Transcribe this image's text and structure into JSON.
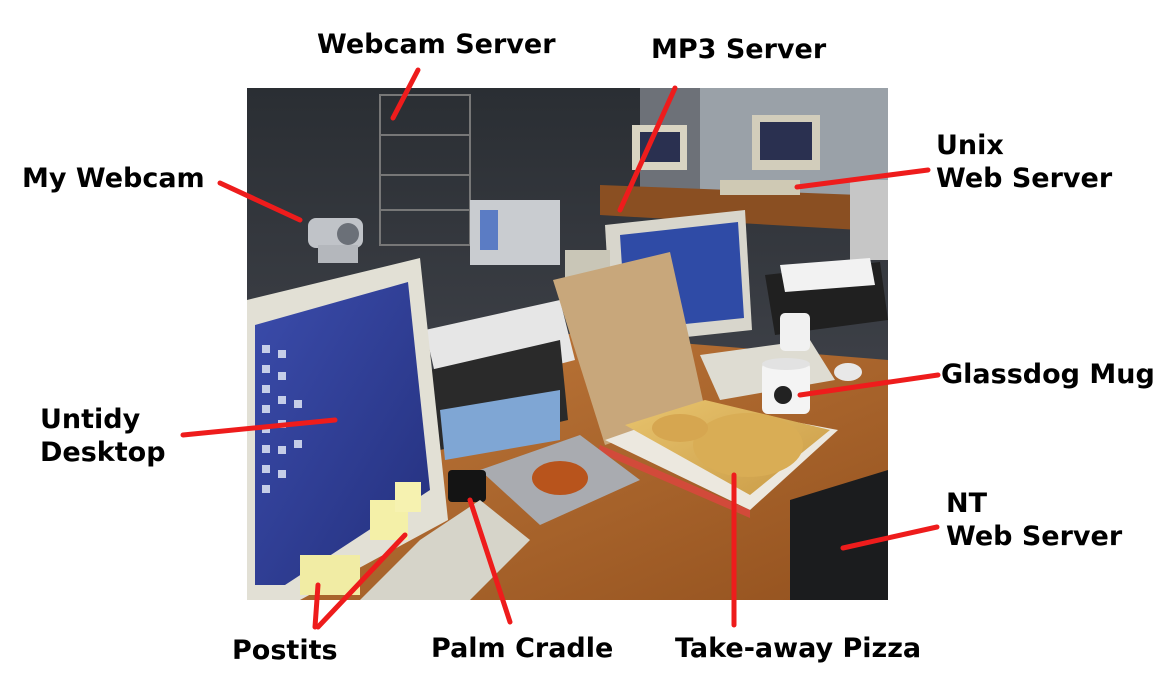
{
  "labels": {
    "webcam_server": "Webcam Server",
    "mp3_server": "MP3 Server",
    "my_webcam": "My Webcam",
    "unix_web_server": [
      "Unix",
      "Web Server"
    ],
    "glassdog_mug": "Glassdog Mug",
    "untidy_desktop": [
      "Untidy",
      "Desktop"
    ],
    "nt_web_server": [
      "NT",
      "Web Server"
    ],
    "postits": "Postits",
    "palm_cradle": "Palm Cradle",
    "takeaway_pizza": "Take-away Pizza"
  },
  "colors": {
    "pointer": "#ee1c1c",
    "label_text": "#000000",
    "desk": "#b2672c",
    "screen": "#2e3d9a"
  }
}
